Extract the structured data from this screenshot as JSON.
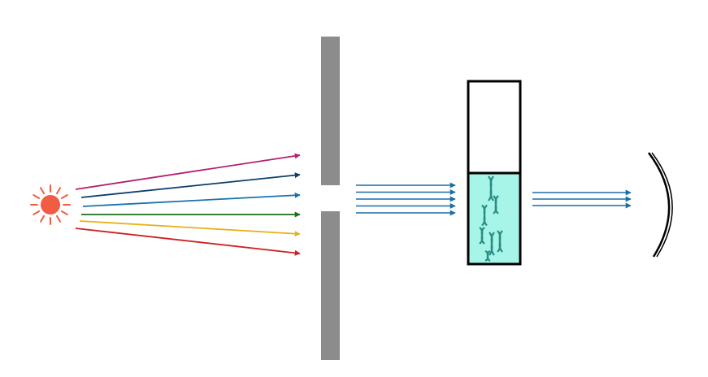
{
  "diagram": {
    "components": [
      {
        "id": "light-source",
        "kind": "sun-icon",
        "color": "#f25c45"
      },
      {
        "id": "slit-barrier",
        "kind": "slit",
        "color": "#8c8c8c"
      },
      {
        "id": "sample-cuvette",
        "kind": "cuvette",
        "outline_color": "#000000",
        "liquid_color": "#a6f5e8",
        "particle_color": "#2a8c83"
      },
      {
        "id": "detector",
        "kind": "curved-mirror",
        "color": "#000000"
      }
    ],
    "source_rays": [
      {
        "color": "#b5206f"
      },
      {
        "color": "#0d3f6b"
      },
      {
        "color": "#1873ad"
      },
      {
        "color": "#1b6e1b"
      },
      {
        "color": "#e6b21a"
      },
      {
        "color": "#cc2222"
      }
    ],
    "collimated_beam": {
      "color": "#1a6ea8",
      "ray_count": 5
    },
    "transmitted_beam": {
      "color": "#1a6ea8",
      "ray_count": 3
    }
  }
}
